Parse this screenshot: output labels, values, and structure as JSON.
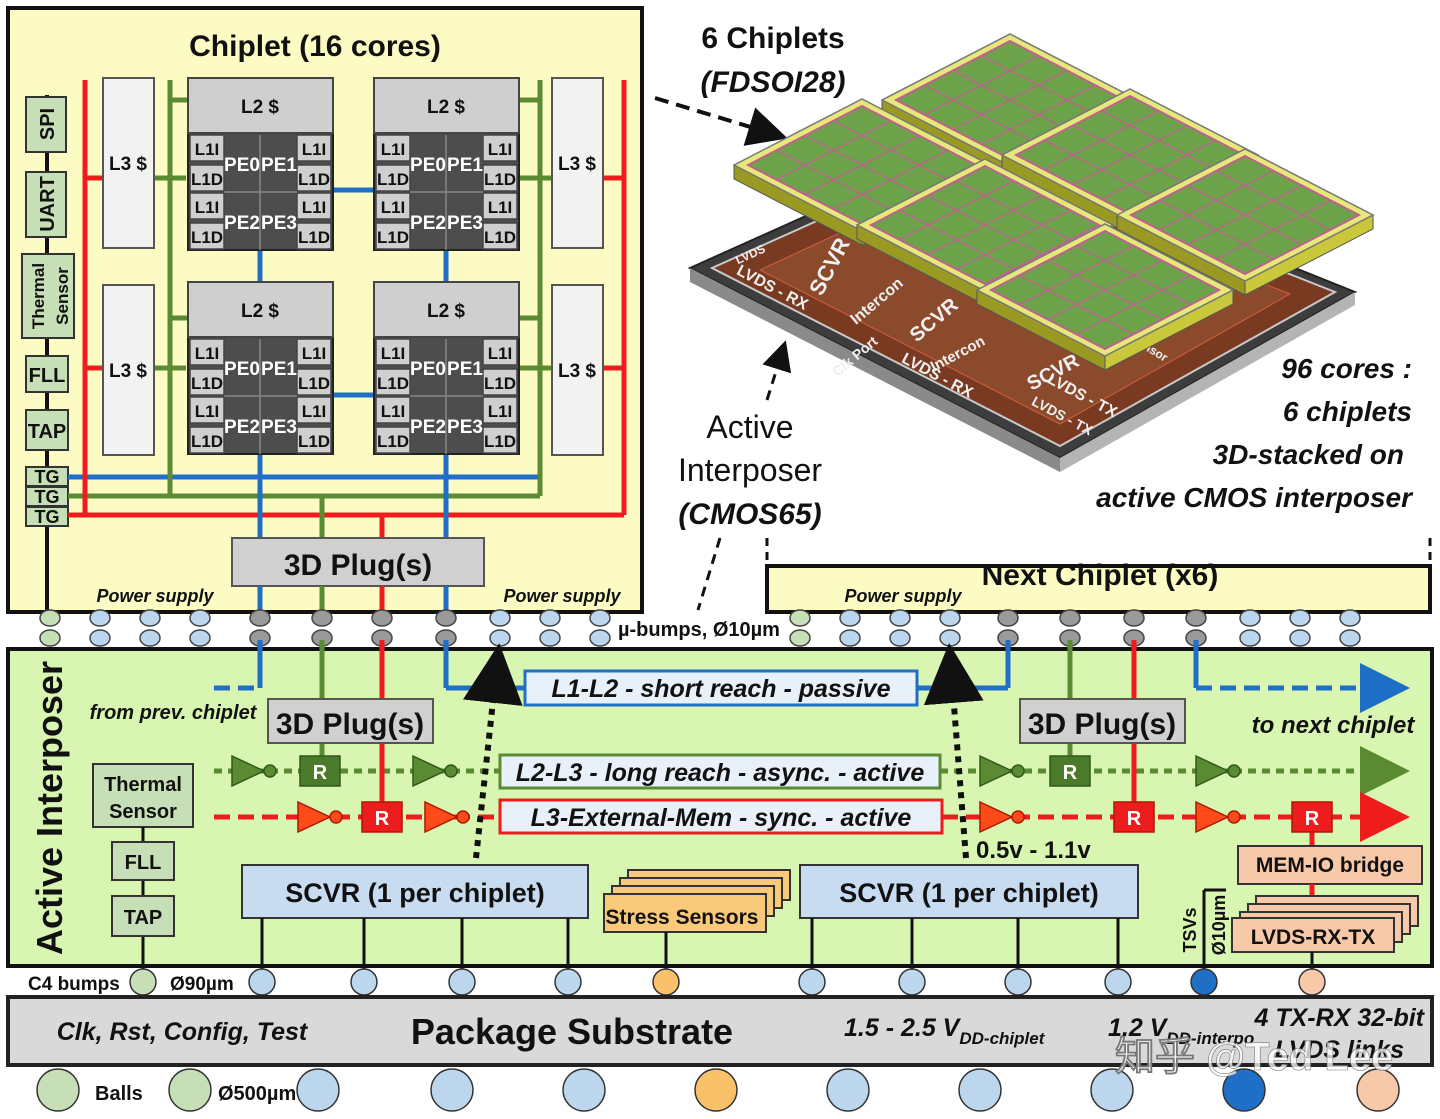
{
  "chiplet": {
    "title": "Chiplet (16 cores)",
    "spi": "SPI",
    "uart": "UART",
    "thermal_sensor_line1": "Thermal",
    "thermal_sensor_line2": "Sensor",
    "fll": "FLL",
    "tap": "TAP",
    "tg": "TG",
    "l3_label": "L3 $",
    "l2_label": "L2 $",
    "l1i": "L1I",
    "l1d": "L1D",
    "pe0": "PE0",
    "pe1": "PE1",
    "pe2": "PE2",
    "pe3": "PE3",
    "plug": "3D Plug(s)",
    "power_supply": "Power supply"
  },
  "render": {
    "title_line1": "6 Chiplets",
    "title_line2": "(FDSOI28)",
    "interposer_line1": "Active",
    "interposer_line2": "Interposer",
    "interposer_line3": "(CMOS65)",
    "summary_line1": "96 cores :",
    "summary_line2": "6 chiplets",
    "summary_line3": "3D-stacked on",
    "summary_line4": "active CMOS interposer",
    "die_labels": [
      "LVDS",
      "LVDS - RX",
      "LVDS - TX",
      "SCVR",
      "Intercon",
      "Clk Port",
      "Thermal Sensor",
      "LVDS - RX",
      "LVDS - TX",
      "SCVR",
      "SCVR",
      "LVDS",
      "Intercon",
      "SCVR"
    ]
  },
  "next_chiplet": {
    "label": "Next Chiplet (x6)",
    "power_supply": "Power supply"
  },
  "ubumps": {
    "label": "µ-bumps, Ø10µm"
  },
  "interposer": {
    "title": "Active Interposer",
    "from_prev": "from prev. chiplet",
    "to_next": "to next chiplet",
    "plug": "3D Plug(s)",
    "link_l1l2": "L1-L2 - short reach - passive",
    "link_l2l3": "L2-L3 - long reach - async. - active",
    "link_l3mem": "L3-External-Mem - sync. - active",
    "router": "R",
    "thermal_line1": "Thermal",
    "thermal_line2": "Sensor",
    "fll": "FLL",
    "tap": "TAP",
    "voltage": "0.5v - 1.1v",
    "scvr": "SCVR (1 per chiplet)",
    "stress": "Stress Sensors",
    "mem_io": "MEM-IO bridge",
    "lvds": "LVDS-RX-TX",
    "tsv_line1": "TSVs",
    "tsv_line2": "Ø10µm"
  },
  "c4": {
    "label": "C4 bumps",
    "size": "Ø90µm"
  },
  "package": {
    "title": "Package Substrate",
    "left": "Clk, Rst, Config, Test",
    "vdd_chiplet": "1.5 - 2.5 V",
    "vdd_chiplet_sub": "DD-chiplet",
    "vdd_interpo": "1.2 V",
    "vdd_interpo_sub": "DD-interpo",
    "links_line1": "4 TX-RX 32-bit",
    "links_line2": "LVDS links"
  },
  "balls": {
    "label": "Balls",
    "size": "Ø500µm"
  },
  "watermark": "知乎 @Ted Lee",
  "colors": {
    "chiplet_bg": "#fdfbc4",
    "interposer_bg": "#d9f5b2",
    "blue": "#1f6fc6",
    "green": "#5a8a32",
    "red": "#ee1c1c",
    "gray_box": "#cfcfcf",
    "core_dark": "#4d4d4d",
    "scvr": "#c7dcf0",
    "stress": "#f9c97a",
    "mem_io": "#f7c9a8",
    "package": "#d9d9d9"
  }
}
